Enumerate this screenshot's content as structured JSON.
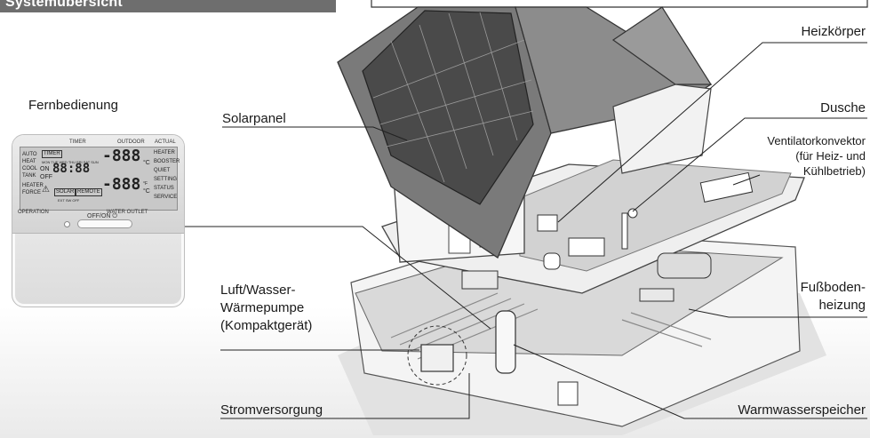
{
  "header": {
    "title": "Systemübersicht"
  },
  "labels": {
    "fernbedienung": "Fernbedienung",
    "solarpanel": "Solarpanel",
    "heizkoerper": "Heizkörper",
    "dusche": "Dusche",
    "ventilator_1": "Ventilatorkonvektor",
    "ventilator_2": "(für Heiz- und",
    "ventilator_3": "Kühlbetrieb)",
    "fussboden_1": "Fußboden-",
    "fussboden_2": "heizung",
    "luft_1": "Luft/Wasser-",
    "luft_2": "Wärmepumpe",
    "luft_3": "(Kompaktgerät)",
    "strom": "Stromversorgung",
    "warmwasser": "Warmwasserspeicher"
  },
  "remote": {
    "timer": "TIMER",
    "outdoor": "OUTDOOR",
    "actual": "ACTUAL",
    "mode_auto": "AUTO",
    "mode_heat": "HEAT",
    "mode_cool": "COOL",
    "mode_tank": "TANK",
    "heater_force": "HEATER",
    "force": "FORCE",
    "timer_box": "TIMER",
    "on": "ON",
    "off": "OFF",
    "days": "MON TUE WED THU FRI SAT SUN",
    "time": "88:88",
    "seg_top": "-888",
    "seg_bot": "-888",
    "unit_c": "°C",
    "unit_f": "°F",
    "solar": "SOLAR",
    "remote_lbl": "REMOTE",
    "ext": "EXT SW OFF",
    "right_1": "HEATER",
    "right_2": "BOOSTER",
    "right_3": "QUIET",
    "right_4": "SETTING",
    "right_5": "STATUS",
    "right_6": "SERVICE",
    "operation": "OPERATION",
    "water_outlet": "WATER OUTLET",
    "offon": "OFF/ON ⏻"
  }
}
